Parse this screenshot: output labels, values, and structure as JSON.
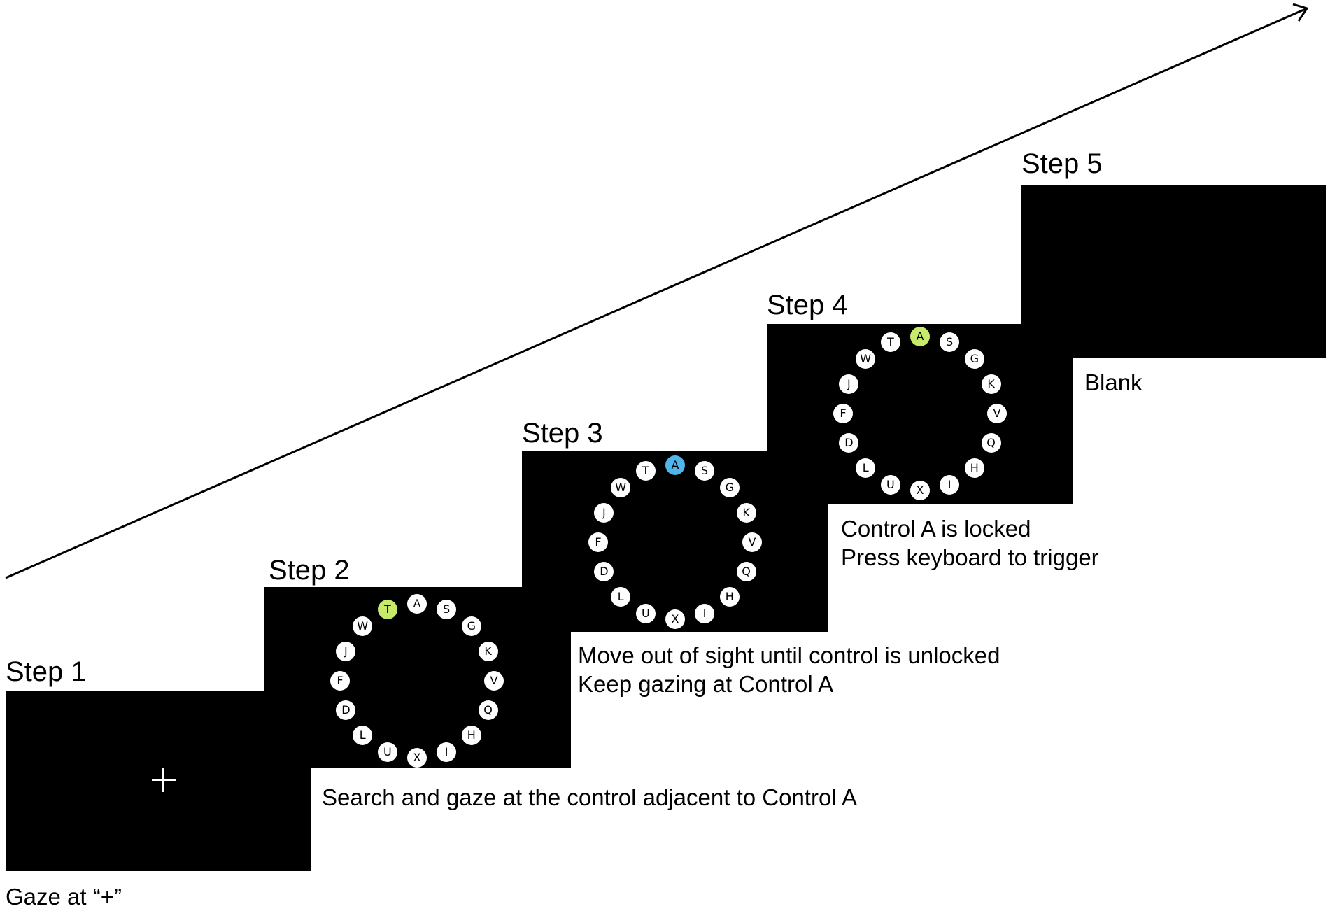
{
  "steps": [
    {
      "title": "Step 1",
      "caption_lines": [
        "Gaze at “+”"
      ],
      "fixation": "+"
    },
    {
      "title": "Step 2",
      "caption_lines": [
        "Search and gaze at the control adjacent to Control A"
      ],
      "highlight": {
        "key": "T",
        "color": "#c7ea6a"
      }
    },
    {
      "title": "Step 3",
      "caption_lines": [
        "Move out of sight until control is unlocked",
        "Keep gazing at Control A"
      ],
      "highlight": {
        "key": "A",
        "color": "#4fb5ea"
      }
    },
    {
      "title": "Step 4",
      "caption_lines": [
        "Control A is locked",
        "Press keyboard to trigger"
      ],
      "highlight": {
        "key": "A",
        "color": "#c7ea6a"
      }
    },
    {
      "title": "Step 5",
      "caption_lines": [
        "Blank"
      ]
    }
  ],
  "keyboard_ring": [
    "A",
    "S",
    "G",
    "K",
    "V",
    "Q",
    "H",
    "I",
    "X",
    "U",
    "L",
    "D",
    "F",
    "J",
    "W",
    "T"
  ],
  "colors": {
    "screen": "#000000",
    "key_fill": "#ffffff",
    "arrow": "#000000"
  }
}
